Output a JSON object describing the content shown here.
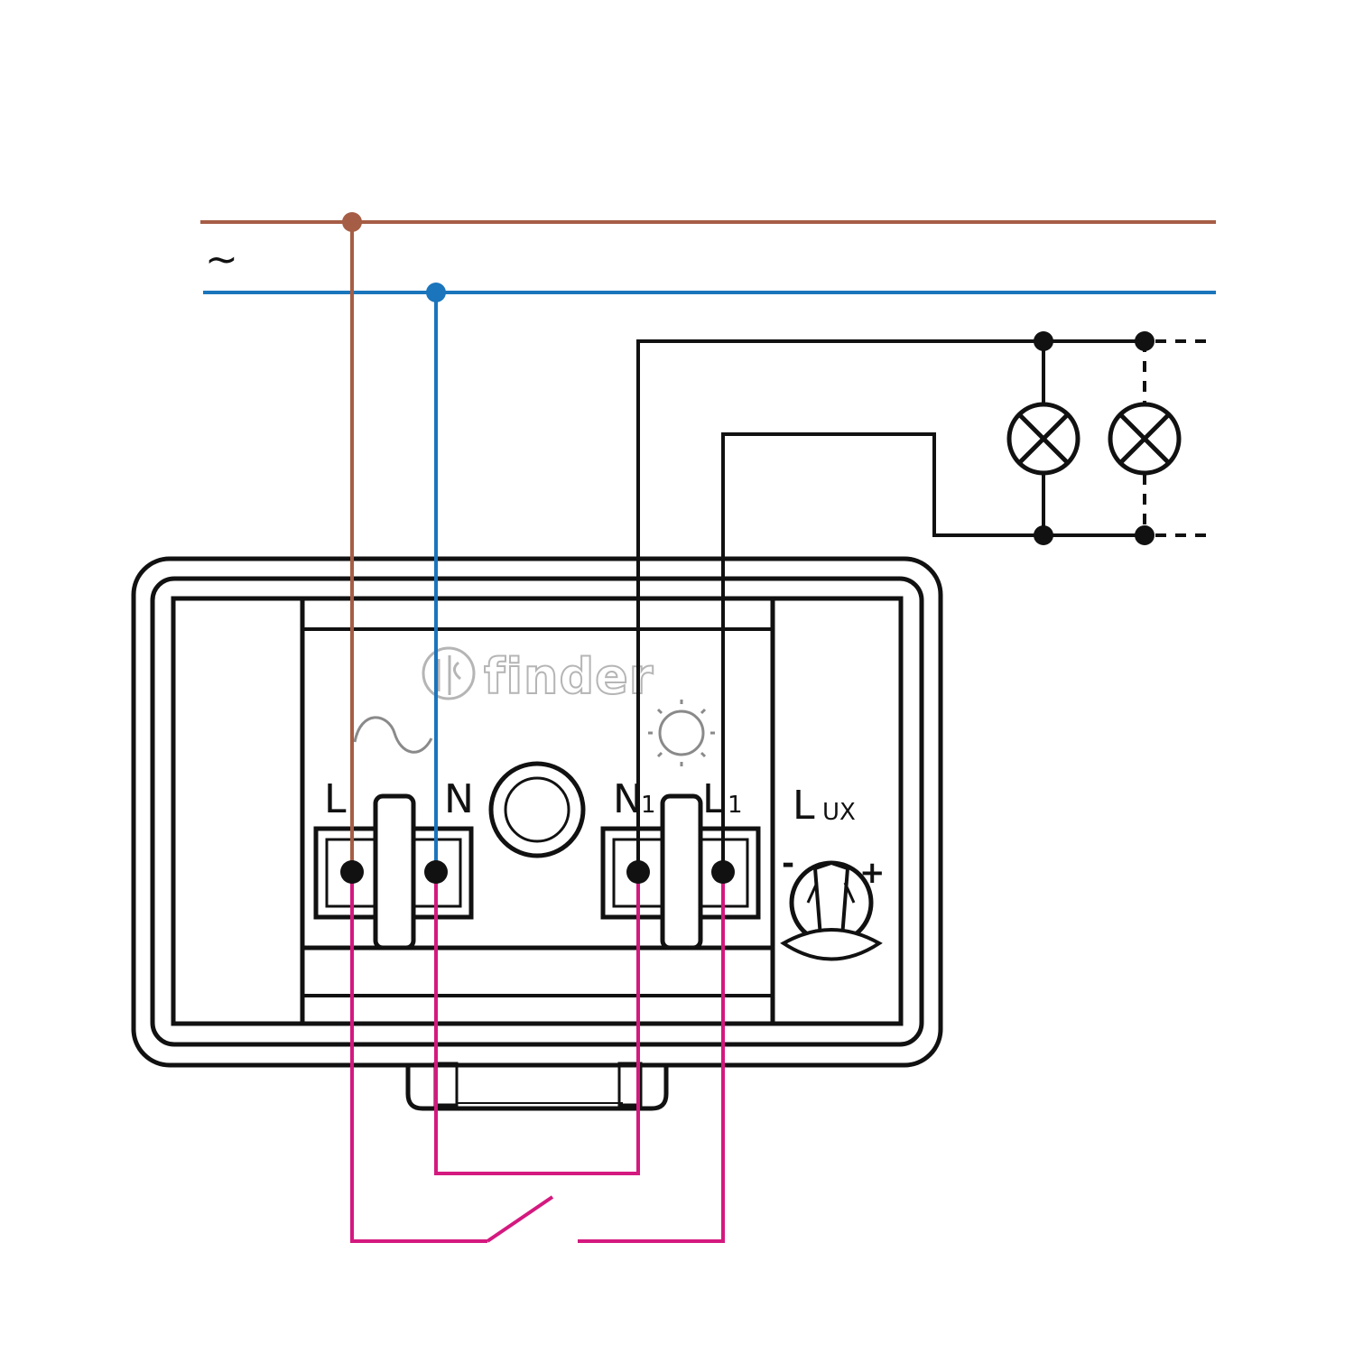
{
  "colors": {
    "phase": "#a65d45",
    "neutral": "#1a75bc",
    "sensor": "#d4197f",
    "ink": "#111111",
    "logo": "#b5b5b5"
  },
  "supply": {
    "symbol": "~"
  },
  "device": {
    "brand": "finder",
    "terminals": {
      "l_main": "L",
      "n_main": "N",
      "n1_main": "N",
      "n1_sub": "1",
      "l1_main": "L",
      "l1_sub": "1"
    },
    "lux": {
      "main": "L",
      "sub": "UX",
      "minus": "-",
      "plus": "+"
    },
    "icons": [
      "ac-wave-icon",
      "sun-icon",
      "lamp-icon",
      "knob-icon",
      "switch-icon"
    ]
  }
}
